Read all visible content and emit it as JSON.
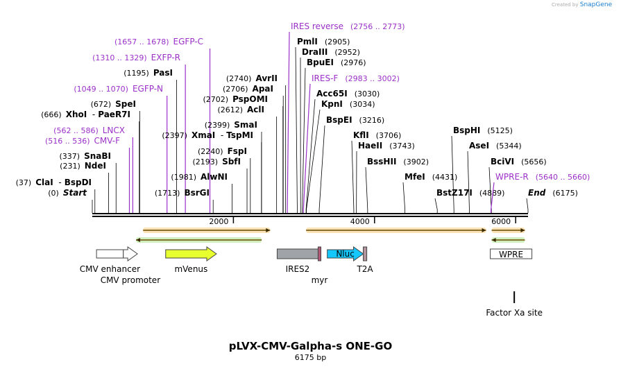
{
  "brand": {
    "created_by": "Created by",
    "name": "SnapGene"
  },
  "plasmid": {
    "name": "pLVX-CMV-Galpha-s ONE-GO",
    "size_label": "6175 bp",
    "length": 6175
  },
  "ruler_ticks": [
    {
      "pos": 2000,
      "label": "2000"
    },
    {
      "pos": 4000,
      "label": "4000"
    },
    {
      "pos": 6000,
      "label": "6000"
    }
  ],
  "colors": {
    "enzyme": "#000000",
    "primer": "#9b30c9",
    "backbone": "#000000"
  },
  "labels_left": [
    {
      "kind": "primer",
      "range": "(1657 .. 1678)",
      "name": "EGFP-C",
      "pos": 1667
    },
    {
      "kind": "primer",
      "range": "(1310 .. 1329)",
      "name": "EXFP-R",
      "pos": 1319
    },
    {
      "kind": "enzyme",
      "coord": "(1195)",
      "name": "PasI",
      "pos": 1195
    },
    {
      "kind": "primer",
      "range": "(1049 .. 1070)",
      "name": "EGFP-N",
      "pos": 1059
    },
    {
      "kind": "enzyme",
      "coord": "(672)",
      "name": "SpeI",
      "pos": 672
    },
    {
      "kind": "enzyme",
      "coord": "(666)",
      "name": "XhoI",
      "name2": "PaeR7I",
      "pos": 666
    },
    {
      "kind": "primer",
      "range": "(562 .. 586)",
      "name": "LNCX",
      "pos": 574
    },
    {
      "kind": "primer",
      "range": "(516 .. 536)",
      "name": "CMV-F",
      "pos": 526
    },
    {
      "kind": "enzyme",
      "coord": "(337)",
      "name": "SnaBI",
      "pos": 337
    },
    {
      "kind": "enzyme",
      "coord": "(231)",
      "name": "NdeI",
      "pos": 231
    },
    {
      "kind": "enzyme",
      "coord": "(37)",
      "name": "ClaI",
      "name2": "BspDI",
      "pos": 37
    },
    {
      "kind": "start",
      "coord": "(0)",
      "name": "Start",
      "pos": 0
    }
  ],
  "labels_mid": [
    {
      "kind": "enzyme",
      "coord": "(2740)",
      "name": "AvrII",
      "pos": 2740
    },
    {
      "kind": "enzyme",
      "coord": "(2706)",
      "name": "ApaI",
      "pos": 2706
    },
    {
      "kind": "enzyme",
      "coord": "(2702)",
      "name": "PspOMI",
      "pos": 2702
    },
    {
      "kind": "enzyme",
      "coord": "(2612)",
      "name": "AclI",
      "pos": 2612
    },
    {
      "kind": "enzyme",
      "coord": "(2399)",
      "name": "SmaI",
      "pos": 2399
    },
    {
      "kind": "enzyme",
      "coord": "(2397)",
      "name": "XmaI",
      "name2": "TspMI",
      "pos": 2397
    },
    {
      "kind": "enzyme",
      "coord": "(2240)",
      "name": "FspI",
      "pos": 2240
    },
    {
      "kind": "enzyme",
      "coord": "(2193)",
      "name": "SbfI",
      "pos": 2193
    },
    {
      "kind": "enzyme",
      "coord": "(1981)",
      "name": "AlwNI",
      "pos": 1981
    },
    {
      "kind": "enzyme",
      "coord": "(1713)",
      "name": "BsrGI",
      "pos": 1713
    }
  ],
  "labels_right": [
    {
      "kind": "primer",
      "name": "IRES reverse",
      "range": "(2756 .. 2773)",
      "pos": 2764
    },
    {
      "kind": "enzyme",
      "name": "PmlI",
      "coord": "(2905)",
      "pos": 2905
    },
    {
      "kind": "enzyme",
      "name": "DraIII",
      "coord": "(2952)",
      "pos": 2952
    },
    {
      "kind": "enzyme",
      "name": "BpuEI",
      "coord": "(2976)",
      "pos": 2976
    },
    {
      "kind": "primer",
      "name": "IRES-F",
      "range": "(2983 .. 3002)",
      "pos": 2992
    },
    {
      "kind": "enzyme",
      "name": "Acc65I",
      "coord": "(3030)",
      "pos": 3030
    },
    {
      "kind": "enzyme",
      "name": "KpnI",
      "coord": "(3034)",
      "pos": 3034
    },
    {
      "kind": "enzyme",
      "name": "BspEI",
      "coord": "(3216)",
      "pos": 3216
    },
    {
      "kind": "enzyme",
      "name": "KflI",
      "coord": "(3706)",
      "pos": 3706
    },
    {
      "kind": "enzyme",
      "name": "HaeII",
      "coord": "(3743)",
      "pos": 3743
    },
    {
      "kind": "enzyme",
      "name": "BssHII",
      "coord": "(3902)",
      "pos": 3902
    },
    {
      "kind": "enzyme",
      "name": "MfeI",
      "coord": "(4431)",
      "pos": 4431
    },
    {
      "kind": "enzyme",
      "name": "BstZ17I",
      "coord": "(4889)",
      "pos": 4889
    },
    {
      "kind": "enzyme",
      "name": "BspHI",
      "coord": "(5125)",
      "pos": 5125
    },
    {
      "kind": "enzyme",
      "name": "AseI",
      "coord": "(5344)",
      "pos": 5344
    },
    {
      "kind": "enzyme",
      "name": "BciVI",
      "coord": "(5656)",
      "pos": 5656
    },
    {
      "kind": "primer",
      "name": "WPRE-R",
      "range": "(5640 .. 5660)",
      "pos": 5650
    },
    {
      "kind": "end",
      "name": "End",
      "coord": "(6175)",
      "pos": 6175
    }
  ],
  "features": [
    {
      "name": "CMV enhancer",
      "start": 60,
      "end": 440,
      "type": "enhancer",
      "color": "#ffffff"
    },
    {
      "name": "CMV promoter",
      "start": 440,
      "end": 640,
      "type": "promoter",
      "color": "#ffffff"
    },
    {
      "name": "mVenus",
      "start": 1040,
      "end": 1760,
      "type": "cds",
      "color": "#e7ff2e"
    },
    {
      "name": "IRES2",
      "start": 2620,
      "end": 3200,
      "type": "misc",
      "color": "#a0a3a8"
    },
    {
      "name": "myr",
      "start": 3200,
      "end": 3240,
      "type": "tag",
      "color": "#b05a78"
    },
    {
      "name": "Nluc",
      "start": 3330,
      "end": 3840,
      "type": "cds",
      "color": "#15c7ff"
    },
    {
      "name": "T2A",
      "start": 3840,
      "end": 3890,
      "type": "tag",
      "color": "#b3949d"
    },
    {
      "name": "WPRE",
      "start": 5640,
      "end": 6230,
      "type": "misc",
      "color": "#ffffff"
    },
    {
      "name": "Factor Xa site",
      "start": 5980,
      "end": 6000,
      "type": "site",
      "color": "#000000"
    }
  ],
  "orf_bars": [
    {
      "start": 720,
      "end": 2520,
      "dir": "fwd",
      "color": "#f0b030"
    },
    {
      "start": 620,
      "end": 2400,
      "dir": "rev",
      "color": "#7bd44a"
    },
    {
      "start": 3030,
      "end": 5580,
      "dir": "fwd",
      "color": "#f0b030"
    },
    {
      "start": 5660,
      "end": 6130,
      "dir": "fwd",
      "color": "#f0b030"
    },
    {
      "start": 5660,
      "end": 6130,
      "dir": "rev",
      "color": "#7bd44a"
    }
  ]
}
